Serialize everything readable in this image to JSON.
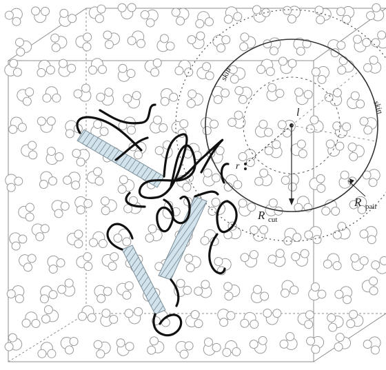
{
  "labels": {
    "skin_left": "skin",
    "skin_right": "skin",
    "l": "l",
    "r": "r",
    "r_cut_main": "R",
    "r_cut_sub": "cut",
    "r_pair_main": "R",
    "r_pair_sub": "pair"
  },
  "colors": {
    "background": "#ffffff",
    "box_edges": "#8c8c8c",
    "solvent_outline": "#9a9a9a",
    "protein_backbone": "#111111",
    "helix_fill": "#cfe0ea",
    "helix_stripes": "#7b8d98",
    "cutoff_circles": "#444444"
  },
  "icons": {
    "solvent": "water-molecule-icon",
    "helix": "alpha-helix-icon"
  }
}
